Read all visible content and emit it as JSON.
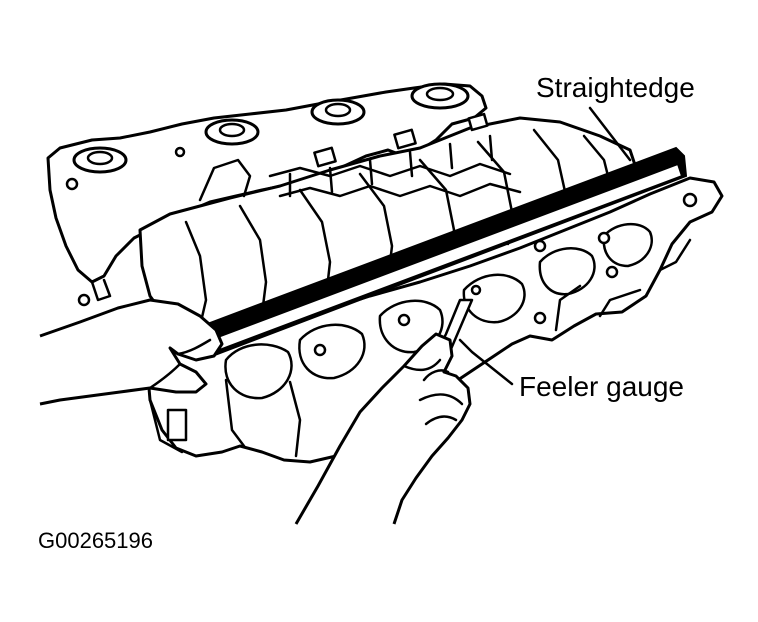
{
  "labels": {
    "straightedge": "Straightedge",
    "feeler_gauge": "Feeler gauge"
  },
  "figure_id": "G00265196",
  "colors": {
    "ink": "#000000",
    "background": "#ffffff"
  }
}
